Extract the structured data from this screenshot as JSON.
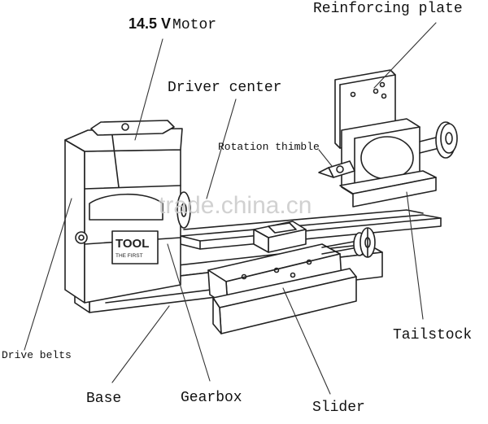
{
  "diagram": {
    "labels": {
      "motor_voltage": "14.5 V",
      "motor_word": "Motor",
      "reinforcing_plate": "Reinforcing plate",
      "driver_center": "Driver center",
      "rotation_thimble": "Rotation thimble",
      "drive_belts": "Drive belts",
      "tailstock": "Tailstock",
      "base": "Base",
      "gearbox": "Gearbox",
      "slider": "Slider"
    },
    "brand": {
      "logo_main": "TOOL",
      "logo_sub": "THE FIRST"
    },
    "watermark": "trade.china.cn"
  }
}
